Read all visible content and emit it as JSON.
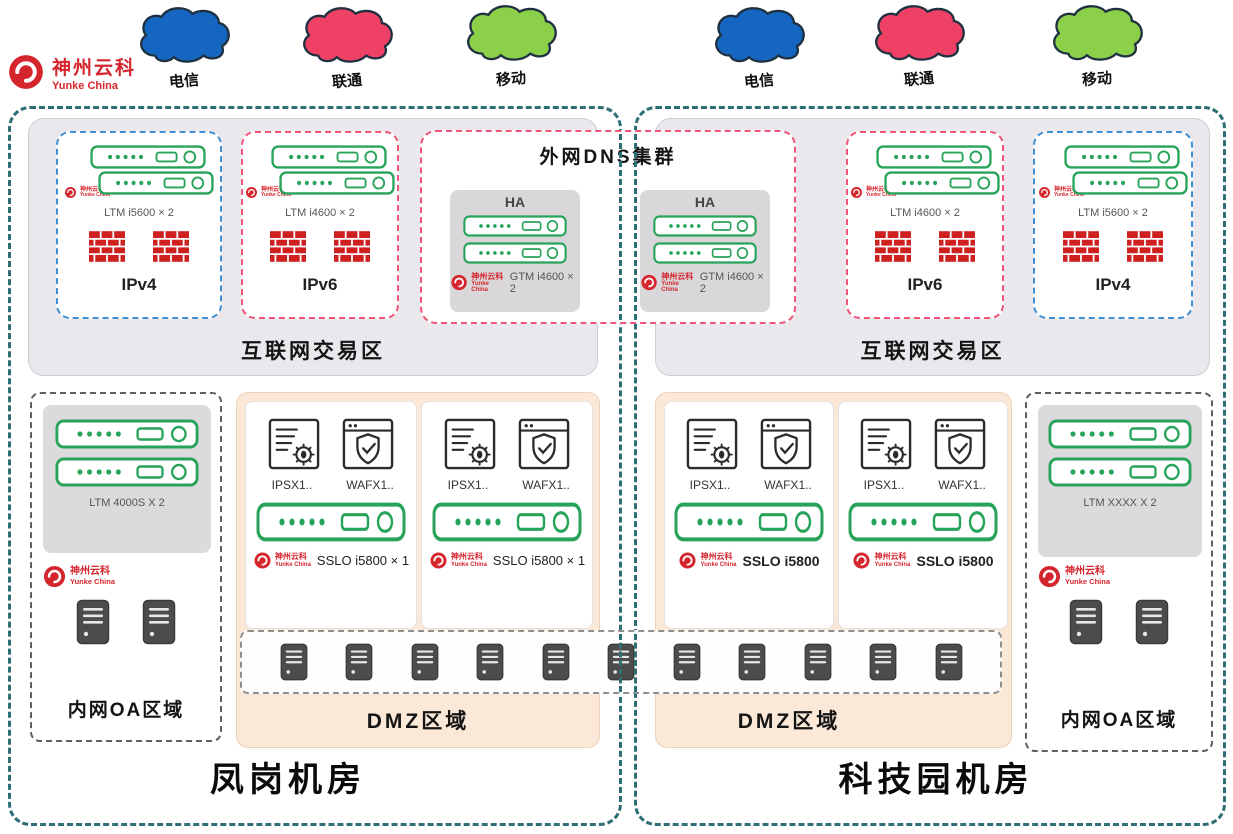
{
  "logo": {
    "title": "神州云科",
    "subtitle": "Yunke China"
  },
  "isps_left": [
    {
      "label": "电信"
    },
    {
      "label": "联通"
    },
    {
      "label": "移动"
    }
  ],
  "isps_right": [
    {
      "label": "电信"
    },
    {
      "label": "联通"
    },
    {
      "label": "移动"
    }
  ],
  "dns_cluster": {
    "title": "外网DNS集群",
    "ha_pairs": [
      {
        "label": "HA",
        "device": "GTM i4600 × 2"
      },
      {
        "label": "HA",
        "device": "GTM i4600 × 2"
      }
    ]
  },
  "left_dc": {
    "name": "凤岗机房",
    "trade_zone": {
      "title": "互联网交易区",
      "ip_boxes": [
        {
          "label": "IPv4",
          "device": "LTM i5600 × 2",
          "border_color": "#3f8fd4"
        },
        {
          "label": "IPv6",
          "device": "LTM i4600 × 2",
          "border_color": "#ef5575"
        }
      ]
    },
    "oa_zone": {
      "title": "内网OA区域",
      "device": "LTM 4000S X 2"
    },
    "dmz": {
      "title": "DMZ区域",
      "panels": [
        {
          "ips_label": "IPSX1..",
          "waf_label": "WAFX1..",
          "sslo_label": "SSLO i5800 × 1"
        },
        {
          "ips_label": "IPSX1..",
          "waf_label": "WAFX1..",
          "sslo_label": "SSLO i5800 × 1"
        }
      ]
    }
  },
  "right_dc": {
    "name": "科技园机房",
    "trade_zone": {
      "title": "互联网交易区",
      "ip_boxes": [
        {
          "label": "IPv6",
          "device": "LTM i4600 × 2",
          "border_color": "#ef5575"
        },
        {
          "label": "IPv4",
          "device": "LTM i5600 × 2",
          "border_color": "#3f8fd4"
        }
      ]
    },
    "oa_zone": {
      "title": "内网OA区域",
      "device": "LTM XXXX X 2"
    },
    "dmz": {
      "title": "DMZ区域",
      "panels": [
        {
          "ips_label": "IPSX1..",
          "waf_label": "WAFX1..",
          "sslo_label": "SSLO i5800"
        },
        {
          "ips_label": "IPSX1..",
          "waf_label": "WAFX1..",
          "sslo_label": "SSLO i5800"
        }
      ]
    }
  },
  "colors": {
    "telecom_cloud": "#1566c0",
    "unicom_cloud": "#ef4066",
    "mobile_cloud": "#8cd04a",
    "region_border": "#2e6f75",
    "ipv4_border": "#3f8fd4",
    "ipv6_border": "#ef5575",
    "device_green": "#27a35a",
    "firewall_red": "#cf2020",
    "dmz_fill": "#fbe8d6",
    "trade_zone_fill": "#eae8ec",
    "logo_red": "#d5262e"
  }
}
